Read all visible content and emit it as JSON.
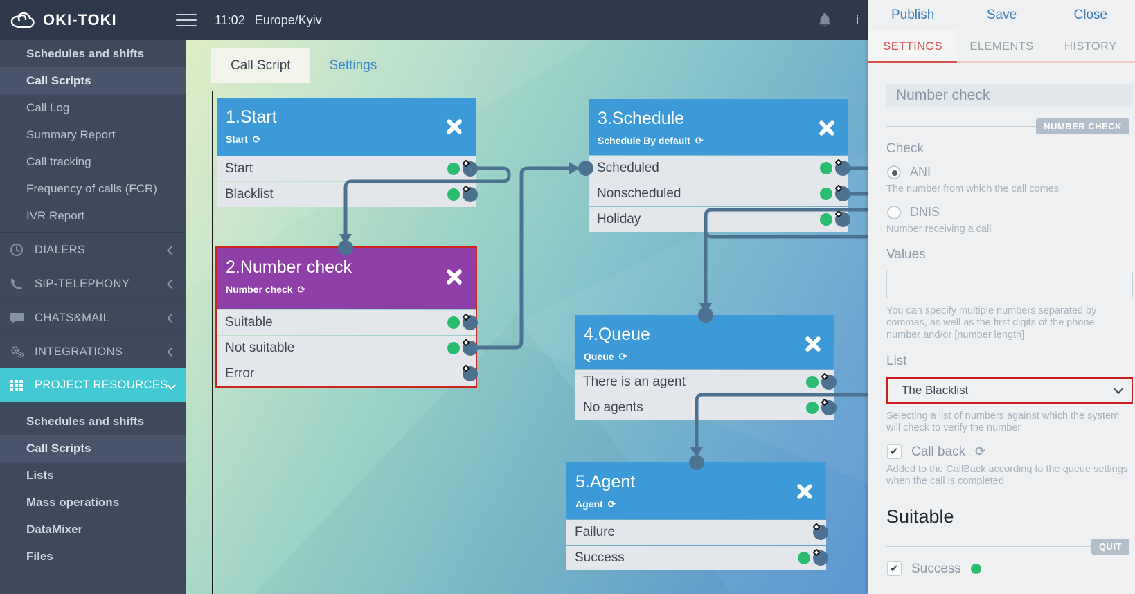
{
  "topbar": {
    "logo": "OKI-TOKI",
    "time": "11:02",
    "timezone": "Europe/Kyiv",
    "user_partial": "i"
  },
  "sidebar": {
    "items": [
      {
        "label": "Schedules and shifts"
      },
      {
        "label": "Call Scripts"
      },
      {
        "label": "Call Log"
      },
      {
        "label": "Summary Report"
      },
      {
        "label": "Call tracking"
      },
      {
        "label": "Frequency of calls (FCR)"
      },
      {
        "label": "IVR Report"
      }
    ],
    "sections": [
      {
        "label": "DIALERS",
        "icon": "clock-icon"
      },
      {
        "label": "SIP-TELEPHONY",
        "icon": "phone-icon"
      },
      {
        "label": "CHATS&MAIL",
        "icon": "chat-icon"
      },
      {
        "label": "INTEGRATIONS",
        "icon": "gears-icon"
      },
      {
        "label": "PROJECT RESOURCES",
        "icon": "grid-icon",
        "expanded": true
      }
    ],
    "project_items": [
      {
        "label": "Schedules and shifts"
      },
      {
        "label": "Call Scripts"
      },
      {
        "label": "Lists"
      },
      {
        "label": "Mass operations"
      },
      {
        "label": "DataMixer"
      },
      {
        "label": "Files"
      }
    ]
  },
  "canvas": {
    "tabs": [
      {
        "label": "Call Script",
        "active": true
      },
      {
        "label": "Settings",
        "active": false
      }
    ]
  },
  "nodes": [
    {
      "title": "1.Start",
      "subtitle": "Start",
      "color": "blue",
      "selected": false,
      "rows": [
        {
          "label": "Start",
          "ok": true
        },
        {
          "label": "Blacklist",
          "ok": true
        }
      ]
    },
    {
      "title": "2.Number check",
      "subtitle": "Number check",
      "color": "purple",
      "selected": true,
      "rows": [
        {
          "label": "Suitable",
          "ok": true
        },
        {
          "label": "Not suitable",
          "ok": true
        },
        {
          "label": "Error",
          "ok": false
        }
      ]
    },
    {
      "title": "3.Schedule",
      "subtitle": "Schedule By default",
      "color": "blue",
      "selected": false,
      "rows": [
        {
          "label": "Scheduled",
          "ok": true
        },
        {
          "label": "Nonscheduled",
          "ok": true
        },
        {
          "label": "Holiday",
          "ok": true
        }
      ]
    },
    {
      "title": "4.Queue",
      "subtitle": "Queue",
      "color": "blue",
      "selected": false,
      "rows": [
        {
          "label": "There is an agent",
          "ok": true
        },
        {
          "label": "No agents",
          "ok": true
        }
      ]
    },
    {
      "title": "5.Agent",
      "subtitle": "Agent",
      "color": "blue",
      "selected": false,
      "rows": [
        {
          "label": "Failure",
          "ok": false
        },
        {
          "label": "Success",
          "ok": true
        }
      ]
    }
  ],
  "panel": {
    "actions": {
      "publish": "Publish",
      "save": "Save",
      "close": "Close"
    },
    "tabs": {
      "settings": "SETTINGS",
      "elements": "ELEMENTS",
      "history": "HISTORY"
    },
    "name_field": {
      "value": "Number check"
    },
    "type_badge": "NUMBER CHECK",
    "check": {
      "label": "Check",
      "ani": {
        "label": "ANI",
        "selected": true,
        "hint": "The number from which the call comes"
      },
      "dnis": {
        "label": "DNIS",
        "selected": false,
        "hint": "Number receiving a call"
      }
    },
    "values": {
      "label": "Values",
      "value": "",
      "hint": "You can specify multiple numbers separated by commas, as well as the first digits of the phone number and/or [number length]"
    },
    "list": {
      "label": "List",
      "selected": "The Blacklist",
      "hint": "Selecting a list of numbers against which the system will check to verify the number"
    },
    "callback": {
      "label": "Call back",
      "checked": true,
      "hint": "Added to the CallBack according to the queue settings when the call is completed"
    },
    "suitable_section": {
      "title": "Suitable",
      "badge": "QUIT",
      "success": {
        "label": "Success",
        "checked": true
      }
    }
  },
  "colors": {
    "node_header_blue": "#3d9ad8",
    "node_header_purple": "#8f3fa8",
    "selection_red": "#cb251c",
    "status_green": "#2abd72",
    "connector_slate": "#4d7190",
    "sidebar_highlight_teal": "#43c9d4",
    "settings_tab_red": "#d9534f",
    "action_blue": "#3c7cba"
  }
}
